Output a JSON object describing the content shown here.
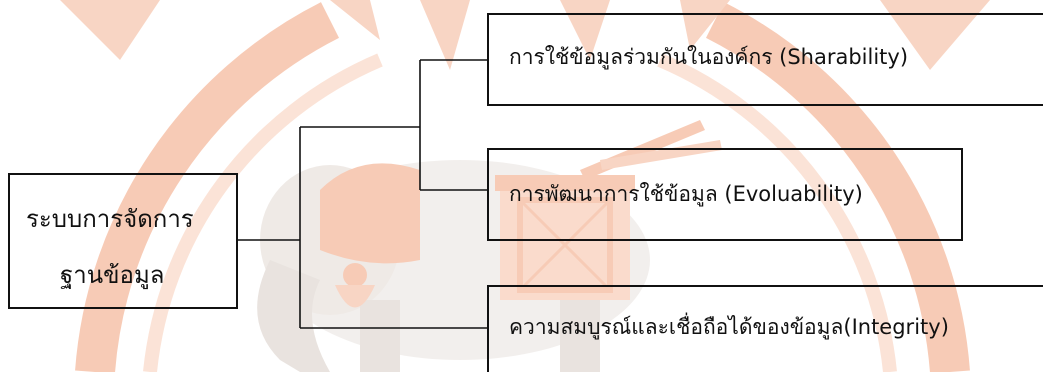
{
  "diagram": {
    "root": {
      "line1": "ระบบการจัดการ",
      "line2": "ฐานข้อมูล"
    },
    "branches": [
      {
        "label": "การใช้ข้อมูลร่วมกันในองค์กร (Sharability)"
      },
      {
        "label": "การพัฒนาการใช้ข้อมูล (Evoluability)"
      },
      {
        "label": "ความสมบูรณ์และเชื่อถือได้ของข้อมูล(Integrity)"
      }
    ]
  },
  "colors": {
    "watermark": "#f2a27c",
    "watermark_light": "#f8cdb7",
    "line": "#111111"
  }
}
